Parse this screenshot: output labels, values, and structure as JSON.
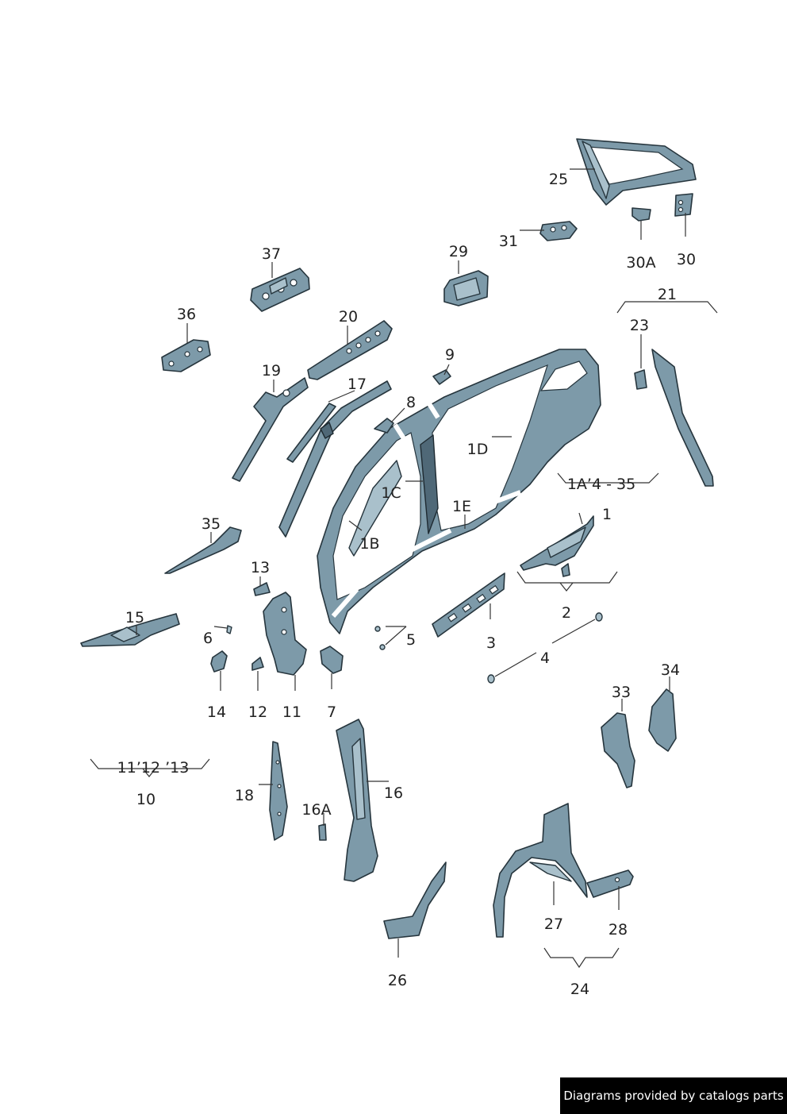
{
  "diagram": {
    "labels": {
      "p1": "1",
      "p1B": "1B",
      "p1C": "1C",
      "p1D": "1D",
      "p1E": "1E",
      "g1A": "1A’4 - 35",
      "p2": "2",
      "p3": "3",
      "p4": "4",
      "p5": "5",
      "p6": "6",
      "p7": "7",
      "p8": "8",
      "p9": "9",
      "g10sub": "11’12 ’13",
      "g10": "10",
      "p11": "11",
      "p12": "12",
      "p13": "13",
      "p14": "14",
      "p15": "15",
      "p16": "16",
      "p16A": "16A",
      "p17": "17",
      "p18": "18",
      "p19": "19",
      "p20": "20",
      "g21": "21",
      "p23": "23",
      "g24": "24",
      "p25": "25",
      "p26": "26",
      "p27": "27",
      "p28": "28",
      "p29": "29",
      "p30": "30",
      "p30A": "30A",
      "p31": "31",
      "p33": "33",
      "p34": "34",
      "p35": "35",
      "p36": "36",
      "p37": "37"
    },
    "colors": {
      "part": "#7d9aa9",
      "outline": "#26353d",
      "highlight": "#a9c0cb",
      "shadow": "#4f6877"
    }
  },
  "footer": {
    "text": "Diagrams provided by catalogs parts"
  }
}
